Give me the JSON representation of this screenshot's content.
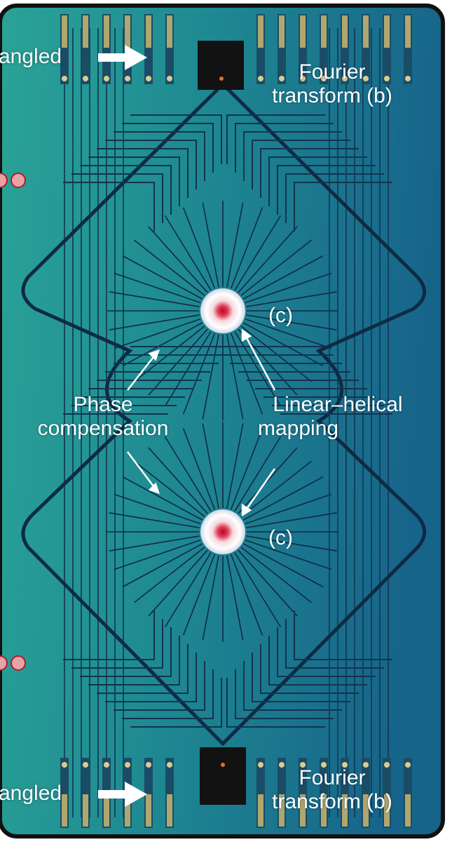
{
  "figure": {
    "colors": {
      "substrate_light": "#2fa89b",
      "substrate_dark": "#155a78",
      "waveguide": "#0e2a44",
      "pad": "#c9b770",
      "emitter_core": "#c8102e",
      "frame": "#111111",
      "text": "#ffffff"
    },
    "labels": {
      "entangled_top": "angled",
      "entangled_bottom": "angled",
      "fourier_top": "Fourier transform (b)",
      "fourier_top_line1": "Fourier",
      "fourier_top_line2": "transform (b)",
      "fourier_bottom_line1": "Fourier",
      "fourier_bottom_line2": "transform (b)",
      "panel_c_top": "(c)",
      "panel_c_bottom": "(c)",
      "phase_line1": "Phase",
      "phase_line2": "compensation",
      "linear_line1": "Linear–helical",
      "linear_line2": "mapping"
    },
    "icons": [
      "arrow-right-icon",
      "arrow-right-icon",
      "emitter-ring-icon",
      "emitter-ring-icon"
    ]
  }
}
